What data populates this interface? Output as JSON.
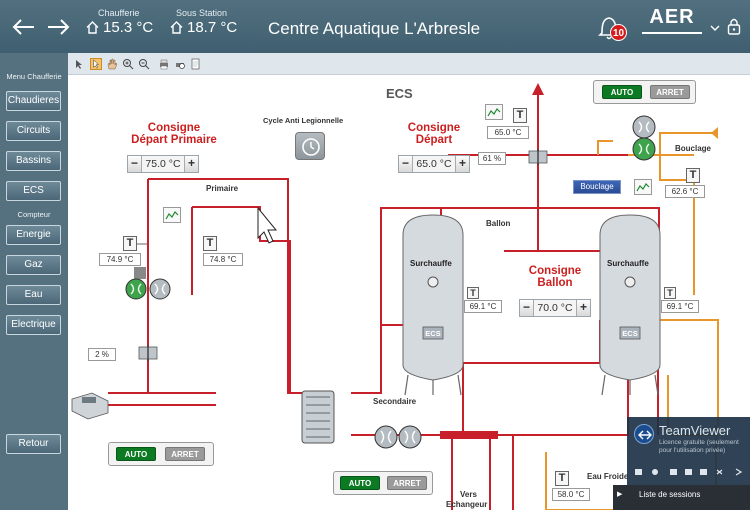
{
  "header": {
    "chaufferie_label": "Chaufferie",
    "chaufferie_temp": "15.3 °C",
    "sous_station_label": "Sous Station",
    "sous_station_temp": "18.7 °C",
    "title": "Centre Aquatique L'Arbresle",
    "alarm_count": "10",
    "logo": "AER"
  },
  "sidebar": {
    "menu_label": "Menu Chaufferie",
    "items": [
      "Chaudieres",
      "Circuits",
      "Bassins",
      "ECS"
    ],
    "compteur_label": "Compteur",
    "compteur_items": [
      "Energie",
      "Gaz",
      "Eau",
      "Electrique"
    ],
    "retour": "Retour"
  },
  "synoptic": {
    "title": "ECS",
    "cycle_label": "Cycle Anti Legionnelle",
    "consigne_primaire": {
      "title_line1": "Consigne",
      "title_line2": "Départ Primaire",
      "value": "75.0 °C"
    },
    "consigne_depart": {
      "title_line1": "Consigne",
      "title_line2": "Départ",
      "value": "65.0 °C"
    },
    "consigne_ballon": {
      "title_line1": "Consigne",
      "title_line2": "Ballon",
      "value": "70.0 °C"
    },
    "minus": "−",
    "plus": "+",
    "labels": {
      "primaire": "Primaire",
      "ballon": "Ballon",
      "surchauffe": "Surchauffe",
      "ecs_tank": "ECS",
      "secondaire": "Secondaire",
      "bouclage": "Bouclage",
      "eau_froide": "Eau Froide",
      "vers": "Vers",
      "echangeur": "Echangeur"
    },
    "sensors": {
      "primary_left": "74.9 °C",
      "primary_right": "74.8 °C",
      "depart": "65.0 °C",
      "bouclage": "62.6 °C",
      "tank1": "69.1 °C",
      "tank2": "69.1 °C",
      "eau_froide": "58.0 °C"
    },
    "t_symbol": "T",
    "valve_primary_pct": "2 %",
    "valve_depart_pct": "61 %",
    "bouclage_btn": "Bouclage",
    "mode": {
      "auto": "AUTO",
      "arret": "ARRET"
    }
  },
  "teamviewer": {
    "title": "TeamViewer",
    "subtitle": "Licence gratuite (seulement pour l'utilisation privée)",
    "sessions": "Liste de sessions"
  },
  "colors": {
    "primary_pipe": "#c8202a",
    "loop_pipe": "#e8962a",
    "header_bg": "#4a6878",
    "auto_green": "#0c7a22"
  }
}
